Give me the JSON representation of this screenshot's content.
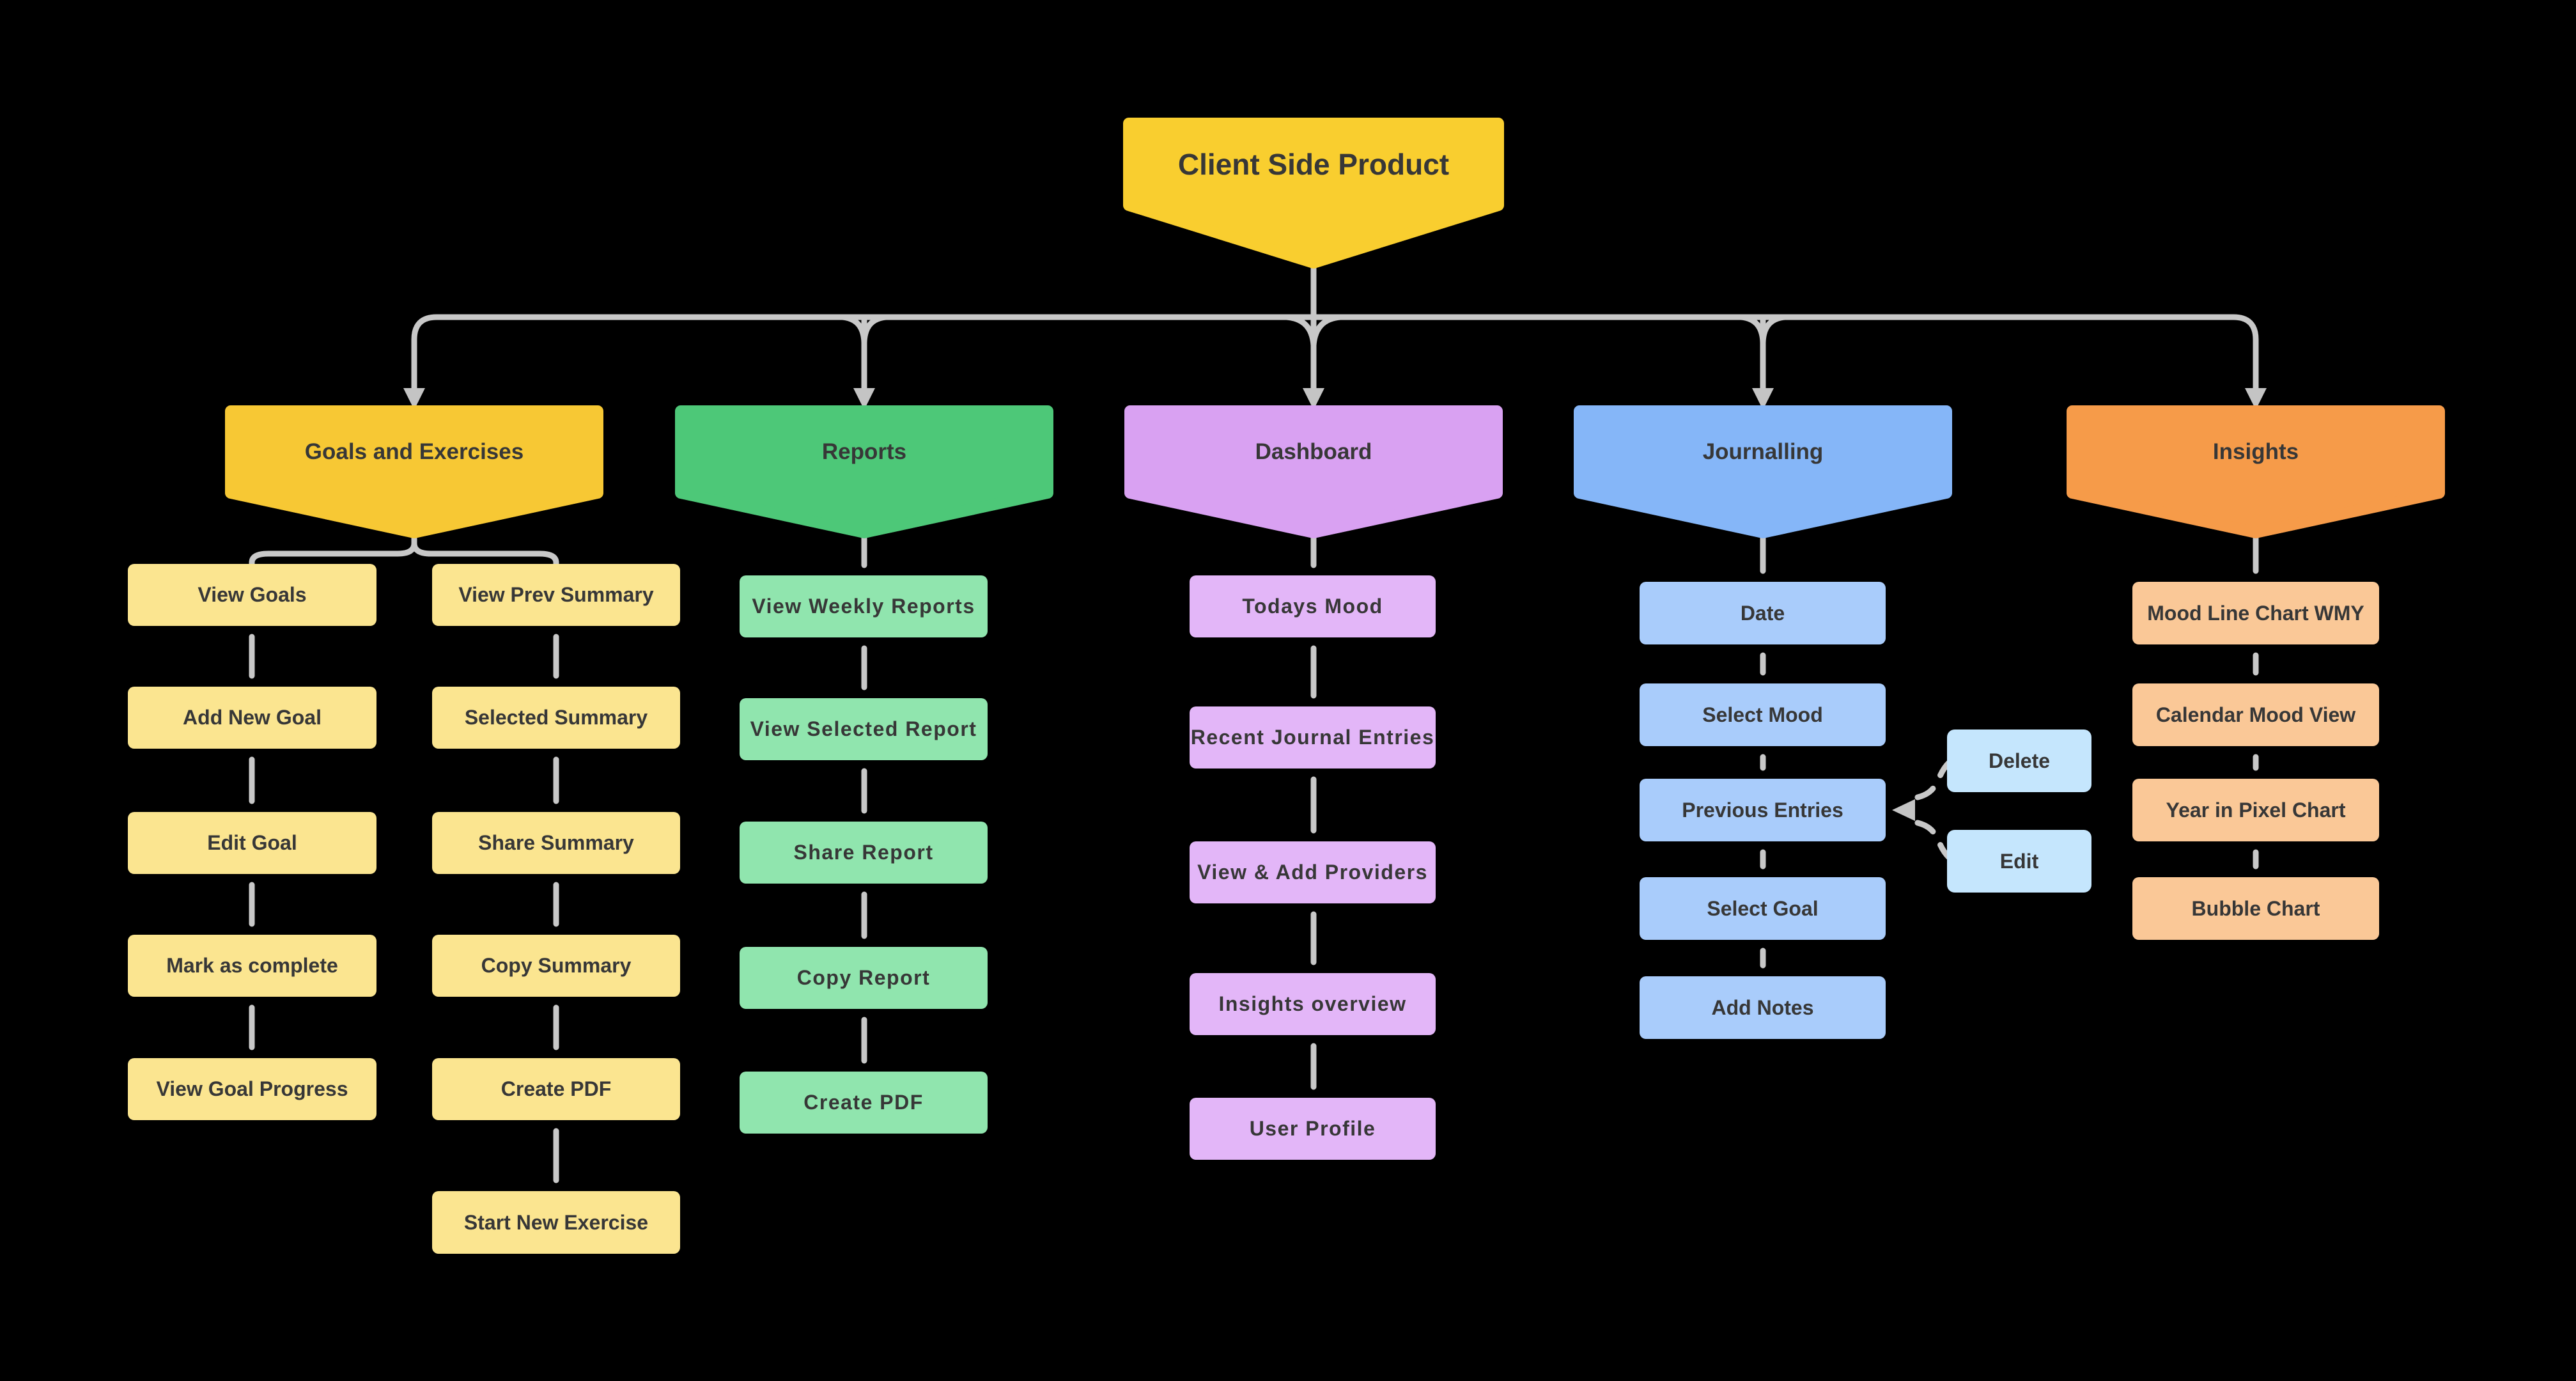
{
  "root": {
    "label": "Client Side Product"
  },
  "branches": [
    {
      "id": "goals",
      "label": "Goals and Exercises",
      "color": "#F7C834",
      "item_color": "#FBE590",
      "columns": [
        {
          "items": [
            {
              "label": "View Goals"
            },
            {
              "label": "Add New Goal"
            },
            {
              "label": "Edit Goal"
            },
            {
              "label": "Mark as complete"
            },
            {
              "label": "View Goal Progress"
            }
          ]
        },
        {
          "items": [
            {
              "label": "View Prev Summary"
            },
            {
              "label": "Selected Summary"
            },
            {
              "label": "Share Summary"
            },
            {
              "label": "Copy Summary"
            },
            {
              "label": "Create PDF"
            },
            {
              "label": "Start New Exercise"
            }
          ]
        }
      ]
    },
    {
      "id": "reports",
      "label": "Reports",
      "color": "#4DC878",
      "item_color": "#90E5AE",
      "items": [
        {
          "label": "View Weekly Reports"
        },
        {
          "label": "View Selected Report"
        },
        {
          "label": "Share Report"
        },
        {
          "label": "Copy Report"
        },
        {
          "label": "Create PDF"
        }
      ]
    },
    {
      "id": "dashboard",
      "label": "Dashboard",
      "color": "#D9A1F2",
      "item_color": "#E3B6F8",
      "items": [
        {
          "label": "Todays Mood"
        },
        {
          "label": "Recent Journal Entries"
        },
        {
          "label": "View & Add Providers"
        },
        {
          "label": "Insights overview"
        },
        {
          "label": "User Profile"
        }
      ]
    },
    {
      "id": "journalling",
      "label": "Journalling",
      "color": "#85B6F8",
      "item_color": "#A9CCFB",
      "side_color": "#C5E6FD",
      "items": [
        {
          "label": "Date"
        },
        {
          "label": "Select Mood"
        },
        {
          "label": "Previous Entries"
        },
        {
          "label": "Select Goal"
        },
        {
          "label": "Add Notes"
        }
      ],
      "side_items": [
        {
          "label": "Delete"
        },
        {
          "label": "Edit"
        }
      ]
    },
    {
      "id": "insights",
      "label": "Insights",
      "color": "#F69B49",
      "item_color": "#FAC897",
      "items": [
        {
          "label": "Mood Line Chart WMY"
        },
        {
          "label": "Calendar Mood View"
        },
        {
          "label": "Year in Pixel Chart"
        },
        {
          "label": "Bubble Chart"
        }
      ]
    }
  ],
  "colors": {
    "background": "#000000",
    "connector": "#C8C8C8",
    "arrow": "#C4C4C4",
    "text": "#373737",
    "root_fill": "#F9CE2F"
  }
}
